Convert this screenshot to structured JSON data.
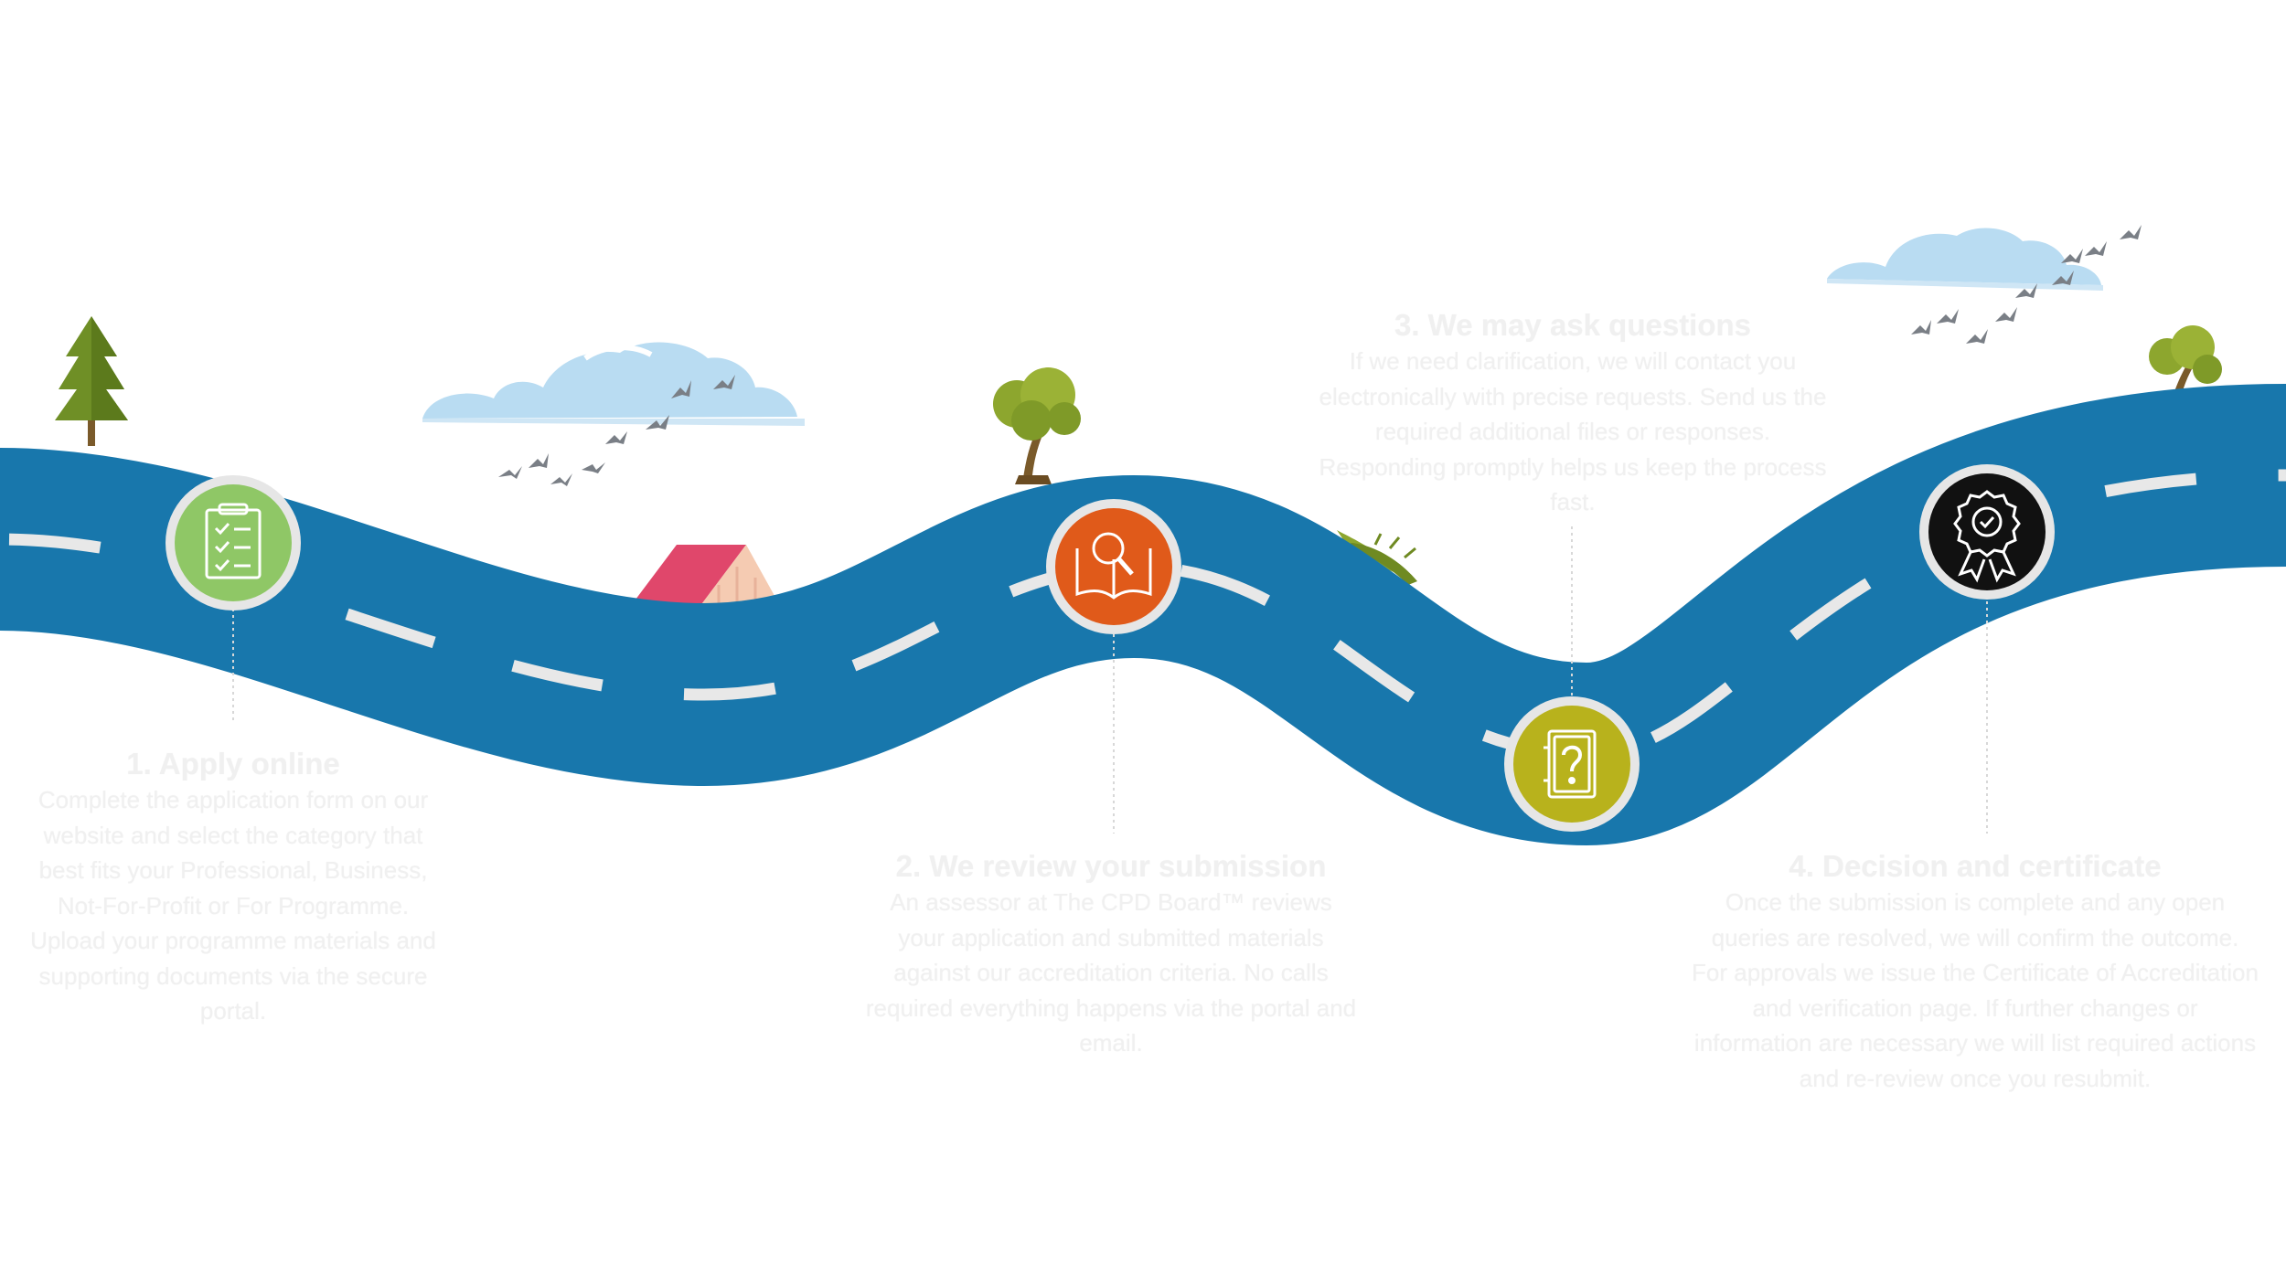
{
  "steps": [
    {
      "title": "1. Apply online",
      "description": "Complete the application form on our website and select the category that best fits your Professional, Business, Not-For-Profit or For Programme. Upload your programme materials and supporting documents via the secure portal.",
      "icon": "checklist-icon",
      "color": "#8fc766"
    },
    {
      "title": "2. We review your submission",
      "description": "An assessor at The CPD Board™ reviews your application and submitted materials against our accreditation criteria. No calls required everything happens via the portal and email.",
      "icon": "book-magnifier-icon",
      "color": "#e05a1a"
    },
    {
      "title": "3. We may ask questions",
      "description": "If we need clarification, we will contact you electronically with precise requests. Send us the required additional files or responses. Responding promptly helps us keep the process fast.",
      "icon": "question-document-icon",
      "color": "#b8b21c"
    },
    {
      "title": "4. Decision and certificate",
      "description": "Once the submission is complete and any open queries are resolved, we will confirm the outcome. For approvals we issue the Certificate of Accreditation and verification page. If further changes or information are necessary we will list required actions and re-review once you resubmit.",
      "icon": "award-badge-icon",
      "color": "#111111"
    }
  ],
  "colors": {
    "road": "#1877ac",
    "road_dash": "#e8e8e8",
    "background": "#ffffff"
  }
}
